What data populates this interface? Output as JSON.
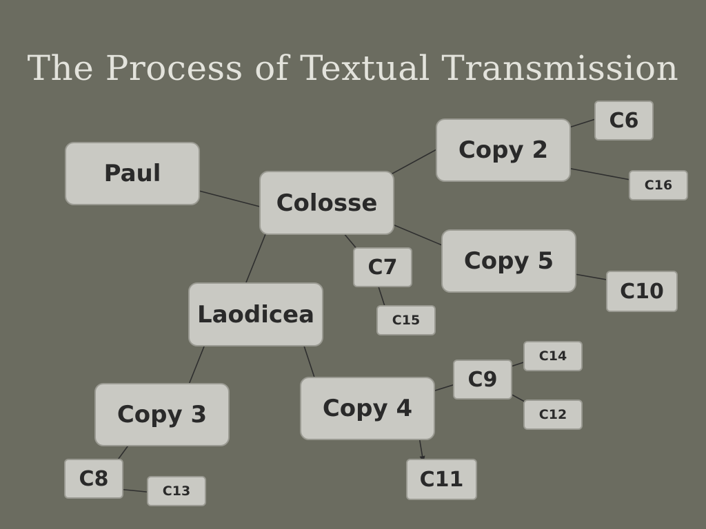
{
  "title": "The Process of Textual Transmission",
  "nodes": {
    "paul": "Paul",
    "colosse": "Colosse",
    "laodicea": "Laodicea",
    "copy2": "Copy 2",
    "copy3": "Copy 3",
    "copy4": "Copy 4",
    "copy5": "Copy 5",
    "c6": "C6",
    "c7": "C7",
    "c8": "C8",
    "c9": "C9",
    "c10": "C10",
    "c11": "C11",
    "c12": "C12",
    "c13": "C13",
    "c14": "C14",
    "c15": "C15",
    "c16": "C16"
  },
  "edges": [
    [
      "paul",
      "colosse"
    ],
    [
      "colosse",
      "copy2"
    ],
    [
      "colosse",
      "copy5"
    ],
    [
      "colosse",
      "c7"
    ],
    [
      "colosse",
      "laodicea"
    ],
    [
      "copy2",
      "c6"
    ],
    [
      "copy2",
      "c16"
    ],
    [
      "copy5",
      "c10"
    ],
    [
      "c7",
      "c15"
    ],
    [
      "laodicea",
      "copy3"
    ],
    [
      "laodicea",
      "copy4"
    ],
    [
      "copy3",
      "c8"
    ],
    [
      "c8",
      "c13"
    ],
    [
      "copy4",
      "c9"
    ],
    [
      "copy4",
      "c11"
    ],
    [
      "c9",
      "c14"
    ],
    [
      "c9",
      "c12"
    ]
  ],
  "colors": {
    "background": "#6b6c60",
    "node_fill": "#c9c9c3",
    "node_border": "#9a9a92",
    "arrow": "#2e2e2e",
    "title": "#e3e3dc"
  }
}
